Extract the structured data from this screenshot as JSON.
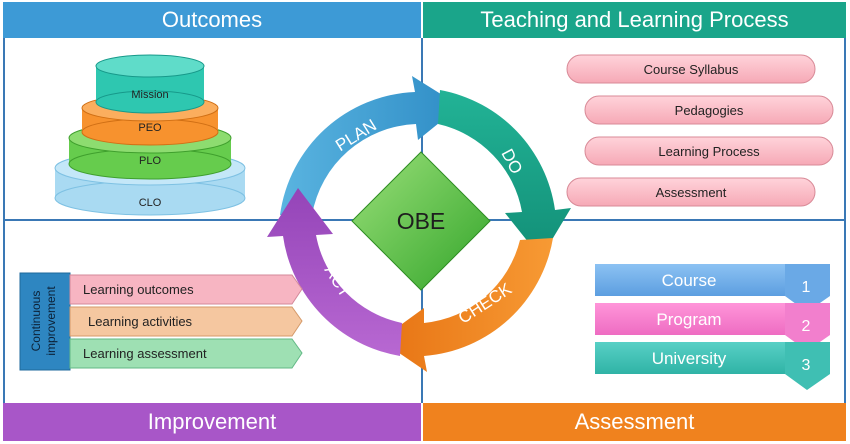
{
  "quadrants": {
    "outcomes": "Outcomes",
    "teaching": "Teaching and Learning Process",
    "improvement": "Improvement",
    "assessment": "Assessment"
  },
  "cycle": {
    "center": "OBE",
    "plan": "PLAN",
    "do": "DO",
    "check": "CHECK",
    "act": "ACT"
  },
  "pyramid": {
    "mission": "Mission",
    "peo": "PEO",
    "plo": "PLO",
    "clo": "CLO"
  },
  "teaching_items": [
    "Course Syllabus",
    "Pedagogies",
    "Learning Process",
    "Assessment"
  ],
  "improvement": {
    "side_label_1": "Continuous",
    "side_label_2": "improvement",
    "items": [
      "Learning outcomes",
      "Learning activities",
      "Learning assessment"
    ]
  },
  "assessment_levels": [
    {
      "label": "Course",
      "number": "1"
    },
    {
      "label": "Program",
      "number": "2"
    },
    {
      "label": "University",
      "number": "3"
    }
  ],
  "colors": {
    "outcomes_bar": "#3d9ad6",
    "teaching_bar": "#1aa58a",
    "improvement_bar": "#a856c8",
    "assessment_bar": "#f0821e",
    "plan": "#3b9fd1",
    "do": "#18a287",
    "check": "#f2851d",
    "act": "#a657c5",
    "obe": "#56c13f"
  }
}
